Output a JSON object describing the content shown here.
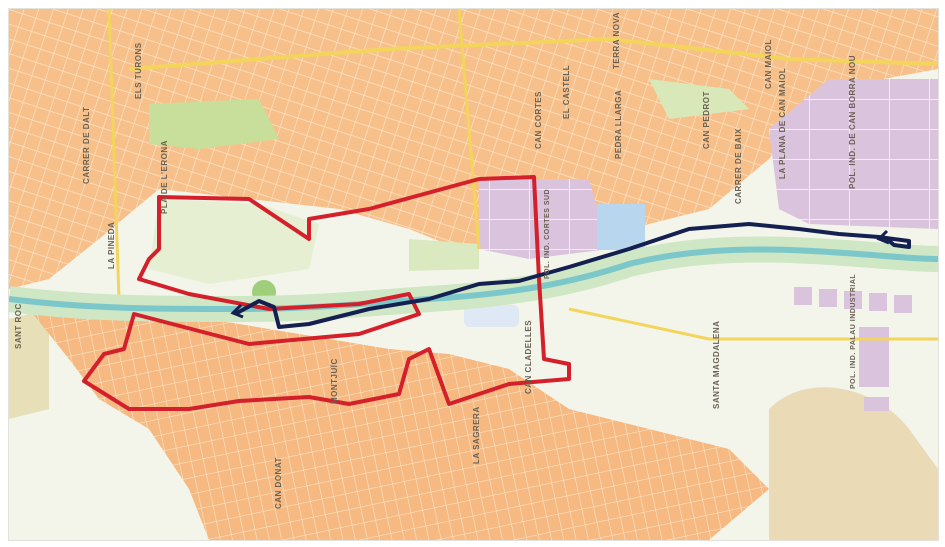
{
  "map": {
    "colors": {
      "background": "#f3f4ea",
      "urban": "#f7c08a",
      "urban_dark": "#f0ad6e",
      "green": "#d9e8b8",
      "park": "#c7df9a",
      "river": "#7cc7c9",
      "water": "#b8d7ef",
      "industrial": "#d9c3dd",
      "forest": "#eadbb6",
      "road_main": "#f2d55a",
      "route_red": "#d4202a",
      "route_navy": "#14204f"
    },
    "routes": [
      {
        "name": "red-route",
        "color": "#d4202a"
      },
      {
        "name": "navy-route",
        "color": "#14204f"
      }
    ],
    "labels": {
      "els_tumons": "ELS TURONS",
      "carrer_dalt": "CARRER DE DALT",
      "pla_llerona": "PLA DE L'ERONA",
      "la_pineda": "LA PINEDA",
      "sant_roc": "SANT ROC",
      "el_castell": "EL CASTELL",
      "can_cortes": "CAN CORTES",
      "terra_nova": "TERRA NOVA",
      "pedra_llarga": "PEDRA LLARGA",
      "pol_ind_sud": "POL. IND. CORTES SUD",
      "can_pedrot": "CAN PEDROT",
      "carrer_baix": "CARRER DE BAIX",
      "la_plana": "LA PLANA DE CAN MAIOL",
      "can_maiol": "CAN MAIOL",
      "pol_ind_can_borra": "POL. IND. DE CAN BORRA NOU",
      "can_cladelles": "CAN CLADELLES",
      "montjuic": "MONTJUÏC",
      "la_sagrera": "LA SAGRERA",
      "can_donat": "CAN DONAT",
      "santa_magdalena": "SANTA MAGDALENA",
      "pol_ind_palau": "POL. IND. PALAU INDUSTRIAL"
    }
  }
}
